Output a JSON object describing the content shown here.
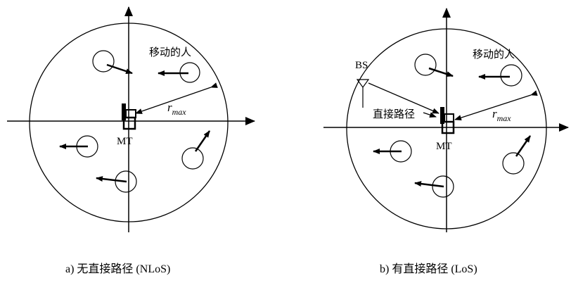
{
  "panel_a": {
    "moving_people_label": "移动的人",
    "mt_label": "MT",
    "r_symbol": "r",
    "r_subscript": "max",
    "caption": "a) 无直接路径 (NLoS)"
  },
  "panel_b": {
    "moving_people_label": "移动的人",
    "bs_label": "BS",
    "direct_path_label": "直接路径",
    "mt_label": "MT",
    "r_symbol": "r",
    "r_subscript": "max",
    "caption": "b) 有直接路径 (LoS)"
  }
}
